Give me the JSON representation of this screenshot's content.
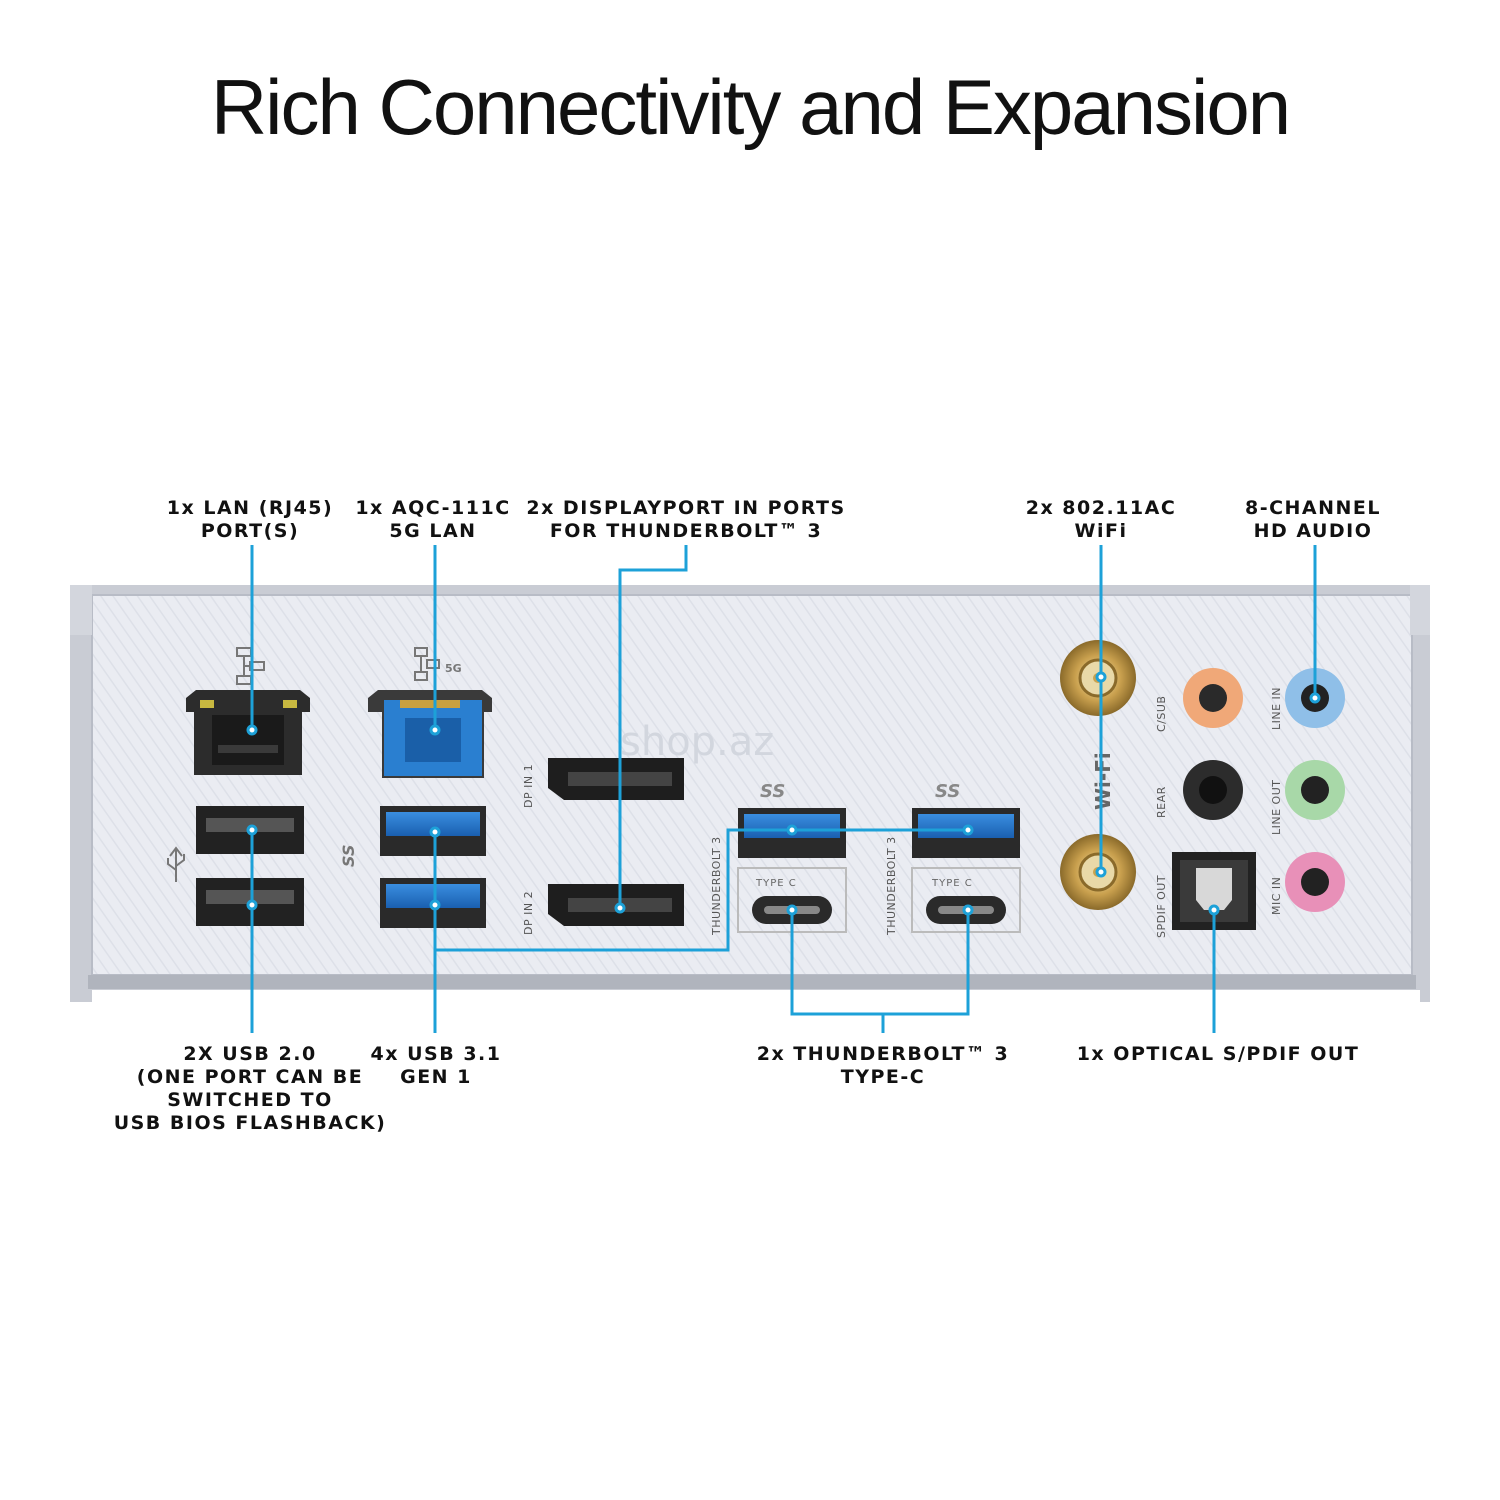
{
  "title": "Rich Connectivity and Expansion",
  "watermark": "shop.az",
  "colors": {
    "callout": "#1da1d8",
    "plate": "#e8eaf0",
    "usb3": "#1e74c8",
    "lan5g": "#2a7fd0",
    "audio_blue": "#8fbfe8",
    "audio_green": "#a8d8a8",
    "audio_pink": "#e890b8",
    "audio_orange": "#f0a878",
    "gold": "#c8a050"
  },
  "callouts_top": [
    {
      "lines": [
        "1x LAN (RJ45)",
        "PORT(S)"
      ]
    },
    {
      "lines": [
        "1x AQC-111C",
        "5G LAN"
      ]
    },
    {
      "lines": [
        "2x DISPLAYPORT IN PORTS",
        "FOR THUNDERBOLT™ 3"
      ]
    },
    {
      "lines": [
        "2x 802.11AC",
        "WiFi"
      ]
    },
    {
      "lines": [
        "8-CHANNEL",
        "HD AUDIO"
      ]
    }
  ],
  "callouts_bottom": [
    {
      "lines": [
        "2X USB 2.0",
        "(ONE PORT CAN BE",
        "SWITCHED TO",
        "USB BIOS FLASHBACK)"
      ]
    },
    {
      "lines": [
        "4x USB 3.1",
        "GEN 1"
      ]
    },
    {
      "lines": [
        "2x THUNDERBOLT™ 3",
        "TYPE-C"
      ]
    },
    {
      "lines": [
        "1x OPTICAL S/PDIF OUT"
      ]
    }
  ],
  "panel_text": {
    "dp_in_1": "DP IN 1",
    "dp_in_2": "DP IN 2",
    "thunderbolt_3": "THUNDERBOLT 3",
    "type_c": "TYPE C",
    "wifi": "Wi-Fi",
    "c_sub": "C/SUB",
    "rear": "REAR",
    "spdif_out": "SPDIF OUT",
    "line_in": "LINE IN",
    "line_out": "LINE OUT",
    "mic_in": "MIC IN",
    "ss_logo": "SS",
    "lan_5g": "5G"
  }
}
